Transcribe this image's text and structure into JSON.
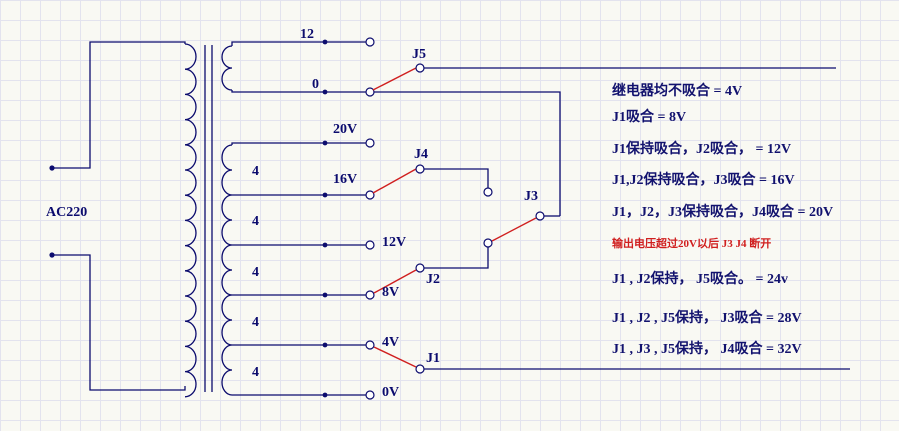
{
  "labels": {
    "input": "AC220",
    "tap_12": "12",
    "tap_0": "0",
    "tap_20v": "20V",
    "tap_16v": "16V",
    "tap_12v": "12V",
    "tap_8v": "8V",
    "tap_4v": "4V",
    "tap_0v": "0V",
    "winding": "4",
    "relay_j1": "J1",
    "relay_j2": "J2",
    "relay_j3": "J3",
    "relay_j4": "J4",
    "relay_j5": "J5"
  },
  "notes": [
    "继电器均不吸合 =  4V",
    "J1吸合 = 8V",
    "J1保持吸合，J2吸合，  = 12V",
    "J1,J2保持吸合，J3吸合 = 16V",
    "J1，J2，J3保持吸合，J4吸合 = 20V",
    "输出电压超过20V以后  J3  J4 断开",
    "J1 , J2保持，  J5吸合。 = 24v",
    "J1 , J2 , J5保持，  J3吸合  = 28V",
    "J1 , J3 , J5保持，  J4吸合 = 32V"
  ],
  "colors": {
    "wire": "#0c0c6e",
    "switch": "#d01f1f",
    "warning_text": "#d01f1f",
    "background": "#f9f9f3",
    "grid": "#e3e3ee"
  }
}
